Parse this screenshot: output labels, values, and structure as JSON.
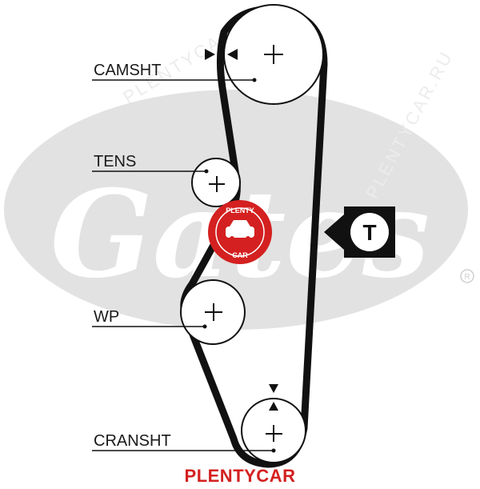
{
  "diagram": {
    "labels": {
      "camshaft": "CAMSHT",
      "tensioner": "TENS",
      "water_pump": "WP",
      "crankshaft": "CRANSHT"
    },
    "tensioner_badge": "T",
    "background_logo": "Gates",
    "watermark_text": "PLENTYCAR.RU",
    "stamp": {
      "top": "PLENTY",
      "bottom": "CAR"
    },
    "footer": "PLENTYCAR",
    "colors": {
      "belt": "#111111",
      "logo_gray": "#e0e0e0",
      "stamp_red": "#d42020"
    }
  }
}
